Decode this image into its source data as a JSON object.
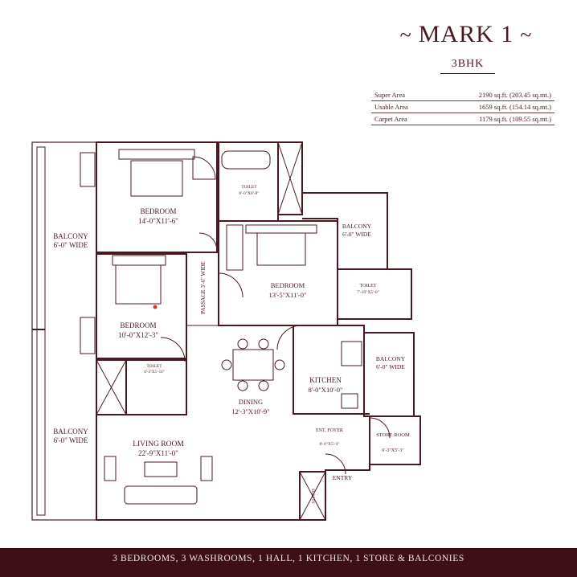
{
  "header": {
    "title": "MARK 1",
    "tilde_left": "~",
    "tilde_right": "~",
    "subtitle": "3BHK"
  },
  "areas": [
    {
      "label": "Super Area",
      "value": "2190 sq.ft. (203.45 sq.mt.)"
    },
    {
      "label": "Usable Area",
      "value": "1659 sq.ft. (154.14 sq.mt.)"
    },
    {
      "label": "Carpet Area",
      "value": "1179 sq.ft. (109.55 sq.mt.)"
    }
  ],
  "rooms": {
    "bedroom1": {
      "name": "BEDROOM",
      "size": "14'-0\"X11'-6\""
    },
    "bedroom2": {
      "name": "BEDROOM",
      "size": "13'-5\"X11'-0\""
    },
    "bedroom3": {
      "name": "BEDROOM",
      "size": "10'-0\"X12'-3\""
    },
    "toilet1": {
      "name": "TOILET",
      "size": "6'-0\"X8'-8\""
    },
    "toilet2": {
      "name": "TOILET",
      "size": "7'-10\"X5'-0\""
    },
    "toilet3": {
      "name": "TOILET",
      "size": "6'-4\"X5'-10\""
    },
    "balcony_left_top": {
      "name": "BALCONY",
      "size": "6'-0\" WIDE"
    },
    "balcony_left_bottom": {
      "name": "BALCONY",
      "size": "6'-0\" WIDE"
    },
    "balcony_right_top": {
      "name": "BALCONY",
      "size": "6'-0\" WIDE"
    },
    "balcony_right_mid": {
      "name": "BALCONY",
      "size": "6'-0\" WIDE"
    },
    "passage": {
      "name": "PASSAGE 3'-6\" WIDE"
    },
    "kitchen": {
      "name": "KITCHEN",
      "size": "8'-0\"X10'-0\""
    },
    "dining": {
      "name": "DINING",
      "size": "12'-3\"X10'-9\""
    },
    "living": {
      "name": "LIVING ROOM",
      "size": "22'-9\"X11'-0\""
    },
    "foyer": {
      "name": "ENT. FOYER",
      "size": "8'-0\"X5'-3\""
    },
    "store": {
      "name": "STORE ROOM",
      "size": "6'-3\"X5'-3\""
    },
    "entry": {
      "name": "ENTRY"
    },
    "shaft": {
      "name": "SHAFTS"
    }
  },
  "footer": {
    "text": "3 BEDROOMS, 3 WASHROOMS, 1 HALL, 1 KITCHEN, 1 STORE & BALCONIES"
  },
  "colors": {
    "wall": "#4a1820",
    "footer_bg": "#3d1018",
    "marker": "#e03030"
  }
}
